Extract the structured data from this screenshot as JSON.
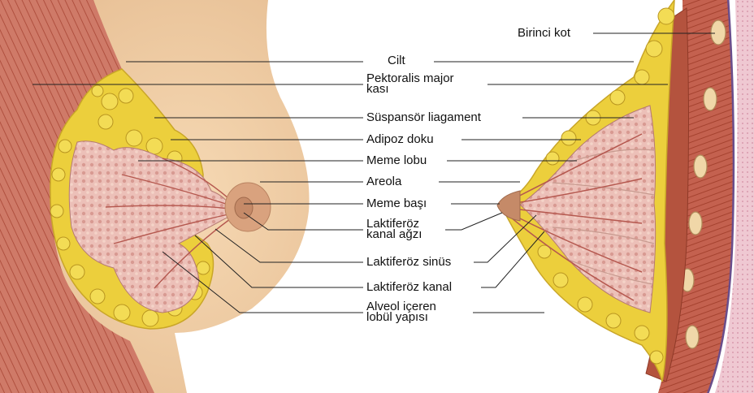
{
  "labels": {
    "birinci_kot": "Birinci kot",
    "cilt": "Cilt",
    "pektoralis_line1": "Pektoralis major",
    "pektoralis_line2": "kası",
    "suspansor": "Süspansör liagament",
    "adipoz": "Adipoz doku",
    "meme_lobu": "Meme lobu",
    "areola": "Areola",
    "meme_basi": "Meme başı",
    "kanal_agzi_line1": "Laktiferöz",
    "kanal_agzi_line2": "kanal ağzı",
    "laktiferoz_sinus": "Laktiferöz sinüs",
    "laktiferoz_kanal": "Laktiferöz kanal",
    "alveol_line1": "Alveol içeren",
    "alveol_line2": "lobül yapısı"
  },
  "colors": {
    "skin": "#f2cfa6",
    "skin_shade": "#e2b58a",
    "muscle": "#c4614f",
    "fat": "#eccf3c",
    "gland": "#e8b4b0",
    "duct": "#c96a6a",
    "areola": "#d7a07d",
    "rib": "#f0d7a8",
    "dermis": "#e9bcc8",
    "leader": "#222222"
  }
}
